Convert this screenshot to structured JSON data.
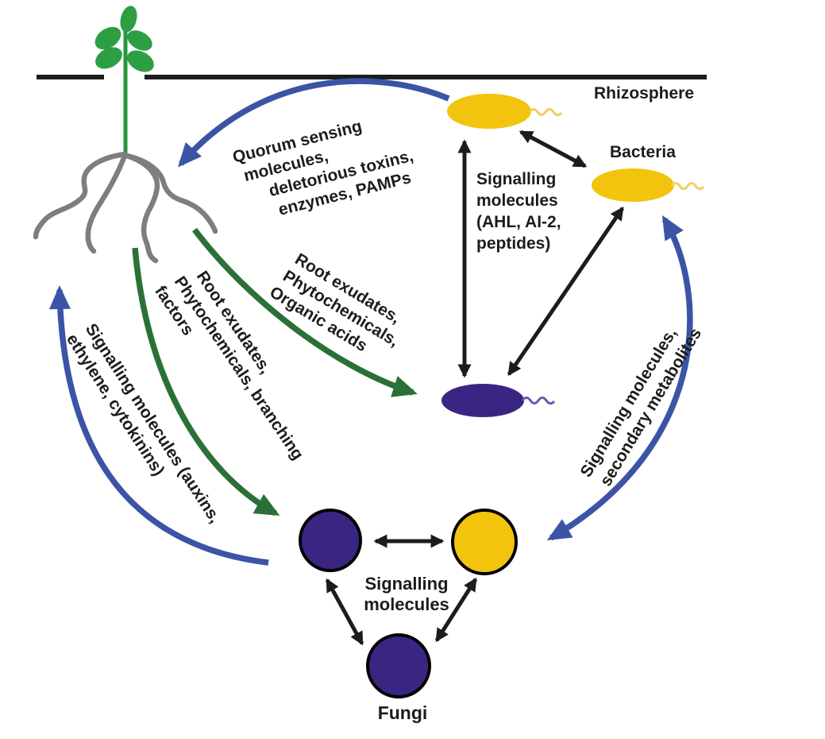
{
  "labels": {
    "rhizosphere": "Rhizosphere",
    "bacteria": "Bacteria",
    "fungi": "Fungi"
  },
  "annotations": {
    "quorum": [
      "Quorum sensing",
      "molecules,",
      "deletorious toxins,",
      "enzymes, PAMPs"
    ],
    "ahl": [
      "Signalling",
      "molecules",
      "(AHL, AI-2,",
      "peptides)"
    ],
    "organic": [
      "Root exudates,",
      "Phytochemicals,",
      "Organic acids"
    ],
    "branching": [
      "Root exudates,",
      "Phytochemicals, branching",
      "factors"
    ],
    "auxins": [
      "Signalling molecules (auxins,",
      "ethylene, cytokinins)"
    ],
    "secondary": [
      "Signalling molecules,",
      "secondary metabolites"
    ],
    "center": [
      "Signalling",
      "molecules"
    ]
  },
  "colors": {
    "yellow": "#F2C40D",
    "yellow_light": "#EFCF62",
    "purple": "#3A2582",
    "purple_light": "#7059A8",
    "blue": "#3B54A5",
    "green": "#2B7137",
    "plant_green": "#2E9E44",
    "stem_green": "#27963D",
    "root_gray": "#7E7E7E",
    "ink": "#1C1C1C"
  }
}
